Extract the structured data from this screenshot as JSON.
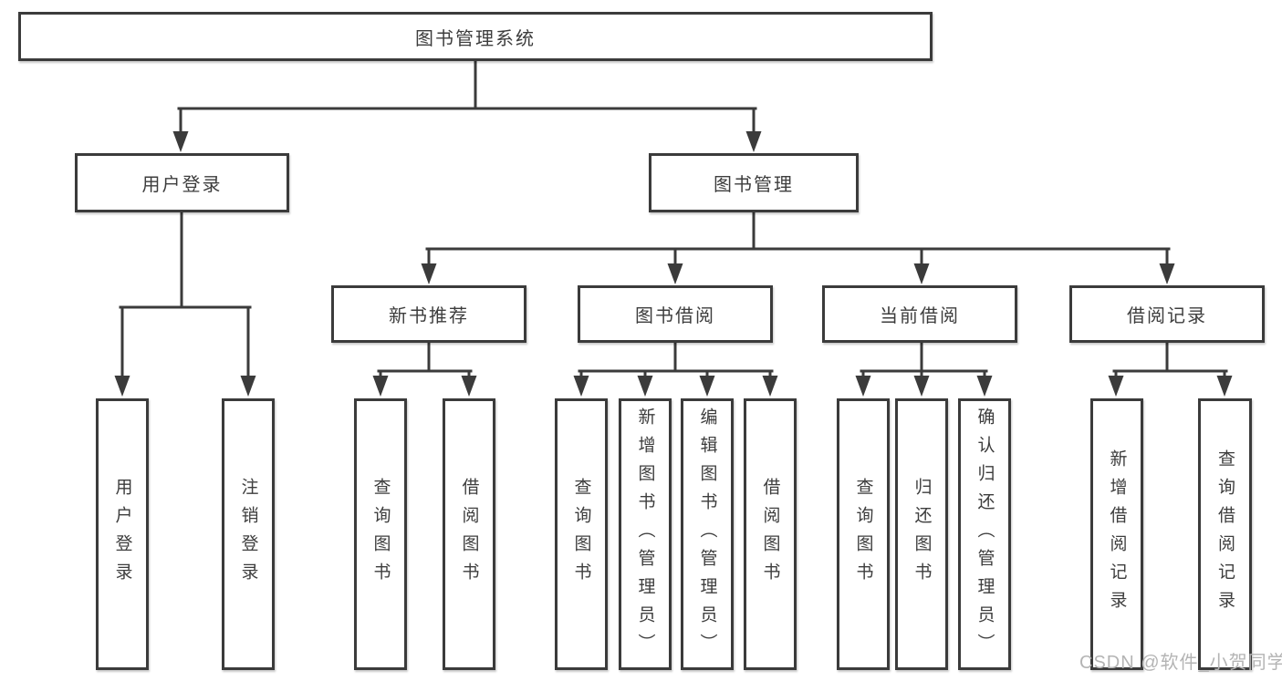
{
  "diagram": {
    "root": "图书管理系统",
    "branches": {
      "user_login": "用户登录",
      "book_mgmt": "图书管理"
    },
    "sections": {
      "new_books": "新书推荐",
      "book_borrow": "图书借阅",
      "current_borrow": "当前借阅",
      "borrow_records": "借阅记录"
    },
    "leaves": {
      "user_login": [
        "用户登录",
        "注销登录"
      ],
      "new_books": [
        "查询图书",
        "借阅图书"
      ],
      "book_borrow": [
        "查询图书",
        "新增图书（管理员）",
        "编辑图书（管理员）",
        "借阅图书"
      ],
      "current_borrow": [
        "查询图书",
        "归还图书",
        "确认归还（管理员）"
      ],
      "borrow_records": [
        "新增借阅记录",
        "查询借阅记录"
      ]
    }
  },
  "watermark": "CSDN @软件_小贺同学",
  "colors": {
    "line": "#3b3b3b",
    "text": "#3d3d3d",
    "watermark": "#b4b4b4"
  }
}
